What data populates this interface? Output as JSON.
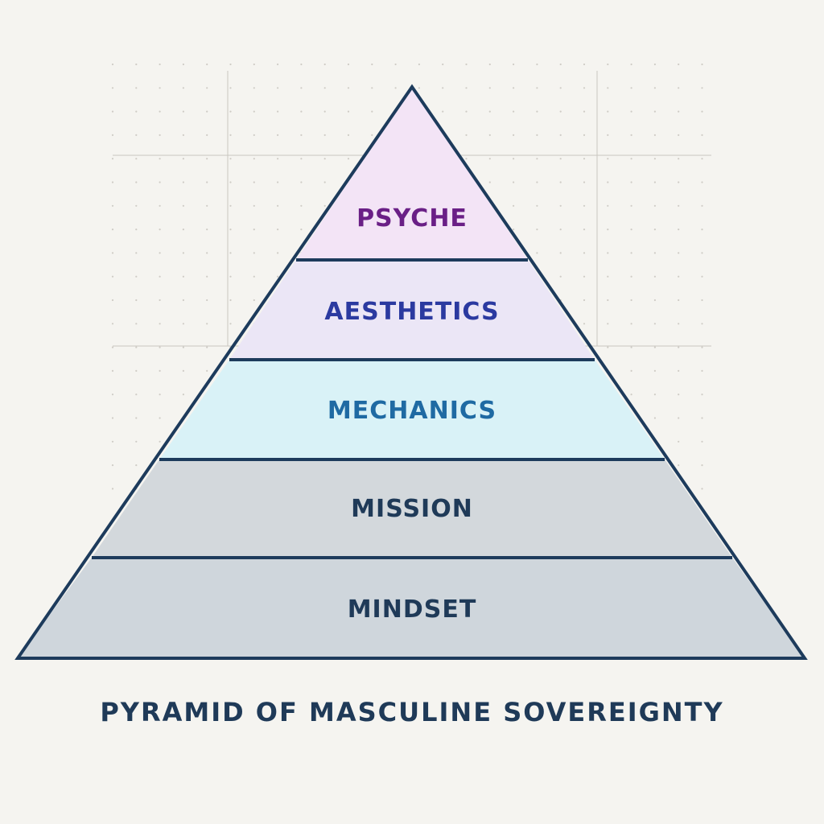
{
  "diagram": {
    "title": "PYRAMID OF MASCULINE SOVEREIGNTY",
    "type": "pyramid",
    "outline_color": "#1d3b5c",
    "background_color": "#f5f4f0",
    "tiers": [
      {
        "label": "PSYCHE",
        "level": 5,
        "fill": "#f3e4f6",
        "text_color": "#6a1f86"
      },
      {
        "label": "AESTHETICS",
        "level": 4,
        "fill": "#ebe6f6",
        "text_color": "#2b3aa0"
      },
      {
        "label": "MECHANICS",
        "level": 3,
        "fill": "#d9f2f7",
        "text_color": "#1f6aa3"
      },
      {
        "label": "MISSION",
        "level": 2,
        "fill": "#d3d8dc",
        "text_color": "#1f3a58"
      },
      {
        "label": "MINDSET",
        "level": 1,
        "fill": "#cfd6dc",
        "text_color": "#1f3a58"
      }
    ]
  }
}
